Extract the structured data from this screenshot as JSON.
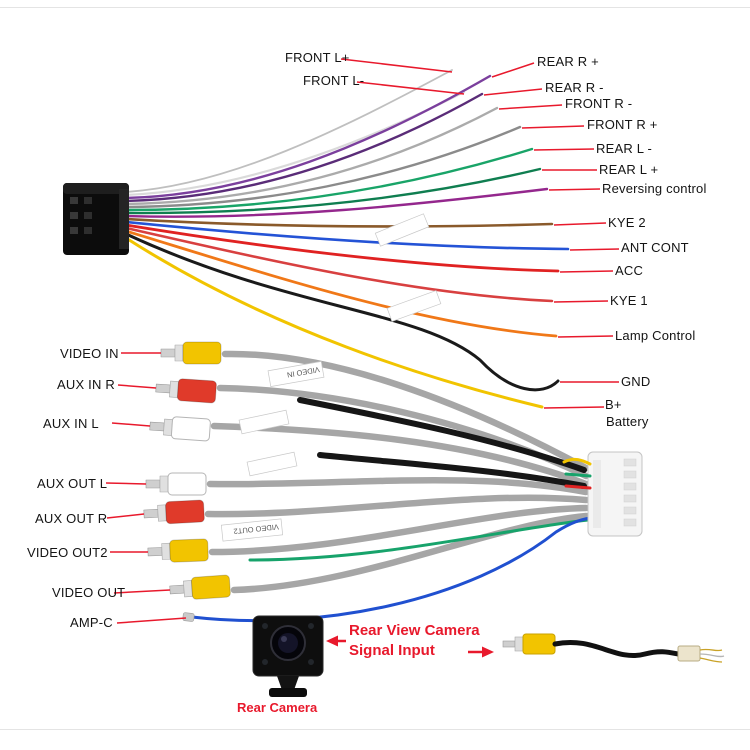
{
  "diagram": {
    "background": "#ffffff",
    "accent_red": "#e8192c",
    "title": "car-stereo-wiring-harness-diagram"
  },
  "labels": {
    "top_left": [
      {
        "text": "FRONT L+"
      },
      {
        "text": "FRONT L-"
      }
    ],
    "right": [
      {
        "text": "REAR R +"
      },
      {
        "text": "REAR R -"
      },
      {
        "text": "FRONT R -"
      },
      {
        "text": "FRONT R +"
      },
      {
        "text": "REAR L -"
      },
      {
        "text": "REAR L +"
      },
      {
        "text": "Reversing control"
      },
      {
        "text": "KYE 2"
      },
      {
        "text": "ANT CONT"
      },
      {
        "text": "ACC"
      },
      {
        "text": "KYE 1"
      },
      {
        "text": "Lamp Control"
      },
      {
        "text": "GND"
      },
      {
        "text": "B+",
        "text2": "Battery"
      }
    ],
    "left": [
      {
        "text": "VIDEO IN",
        "plug_color": "#f2c400"
      },
      {
        "text": "AUX IN R",
        "plug_color": "#e03a2a"
      },
      {
        "text": "AUX  IN L",
        "plug_color": "#ffffff"
      },
      {
        "text": "AUX OUT L",
        "plug_color": "#ffffff"
      },
      {
        "text": "AUX OUT R",
        "plug_color": "#e03a2a"
      },
      {
        "text": "VIDEO OUT2",
        "plug_color": "#f2c400"
      },
      {
        "text": "VIDEO OUT",
        "plug_color": "#f2c400"
      },
      {
        "text": "AMP-C",
        "plug_color": "#2050d0"
      }
    ]
  },
  "wires": [
    {
      "name": "front-l-plus-wire",
      "color": "#bfbfbf"
    },
    {
      "name": "front-l-minus-wire",
      "color": "#dadada"
    },
    {
      "name": "rear-r-plus-wire",
      "color": "#7b3f9d"
    },
    {
      "name": "rear-r-minus-wire",
      "color": "#5a2c78"
    },
    {
      "name": "front-r-minus-wire",
      "color": "#ababab"
    },
    {
      "name": "front-r-plus-wire",
      "color": "#8b8b8b"
    },
    {
      "name": "rear-l-minus-wire",
      "color": "#19a468"
    },
    {
      "name": "rear-l-plus-wire",
      "color": "#0f7e50"
    },
    {
      "name": "reversing-control-wire",
      "color": "#94278d"
    },
    {
      "name": "kye-2-wire",
      "color": "#8a5a2b"
    },
    {
      "name": "ant-cont-wire",
      "color": "#2453d6"
    },
    {
      "name": "acc-wire",
      "color": "#e02222"
    },
    {
      "name": "kye-1-wire",
      "color": "#d84040"
    },
    {
      "name": "lamp-control-wire",
      "color": "#f07818"
    },
    {
      "name": "gnd-wire",
      "color": "#1a1a1a"
    },
    {
      "name": "b-plus-wire",
      "color": "#f1c400"
    }
  ],
  "cables": {
    "av_gray": "#a6a6a6",
    "power_black": "#161616",
    "amp_c_blue": "#2050d0",
    "rear_green": "#17a36b"
  },
  "tags": [
    {
      "text": "VIDEO IN"
    },
    {
      "text": "VIDEO OUT2"
    }
  ],
  "bottom": {
    "signal_line1": "Rear View Camera",
    "signal_line2": "Signal Input",
    "camera_label": "Rear Camera"
  }
}
